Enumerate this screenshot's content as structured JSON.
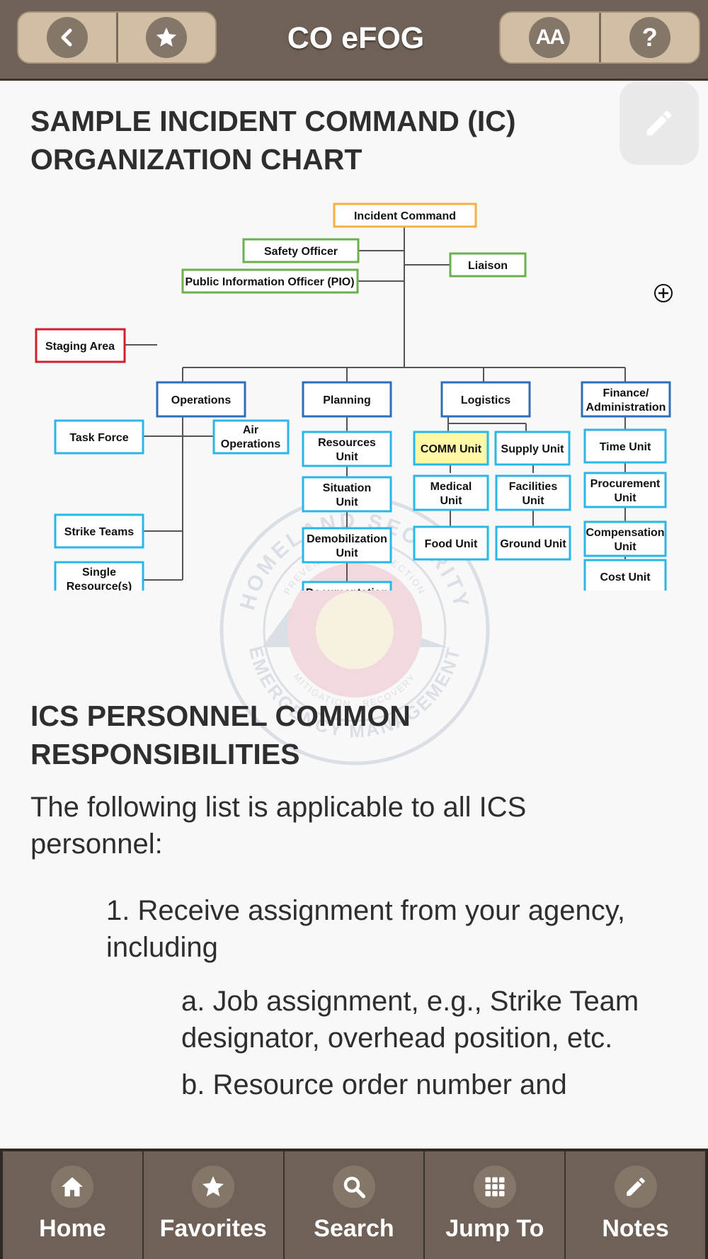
{
  "header": {
    "title": "CO eFOG",
    "back_icon": "chevron-left-icon",
    "favorite_icon": "star-icon",
    "text_size_label": "AA",
    "help_label": "?"
  },
  "content": {
    "section1_title": "SAMPLE INCIDENT COMMAND (IC) ORGANIZATION CHART",
    "section2_title": "ICS PERSONNEL COMMON RESPONSIBILITIES",
    "intro": "The following list is applicable to all ICS personnel:",
    "item1": "1. Receive assignment from your agency, including",
    "item1a": "a. Job assignment, e.g., Strike Team designator, overhead position, etc.",
    "item1b": "b. Resource order number and"
  },
  "org_chart": {
    "top": "Incident Command",
    "staff_left": [
      "Safety Officer",
      "Public Information Officer (PIO)"
    ],
    "staff_right": "Liaison",
    "sections": [
      {
        "name": "Operations",
        "units": [
          "Task Force",
          "Air Operations",
          "Strike Teams",
          "Single Resource(s)"
        ],
        "staging": "Staging Area"
      },
      {
        "name": "Planning",
        "units": [
          "Resources Unit",
          "Situation Unit",
          "Demobilization Unit",
          "Documentation Unit"
        ]
      },
      {
        "name": "Logistics",
        "units": [
          "COMM Unit",
          "Supply Unit",
          "Medical Unit",
          "Facilities Unit",
          "Food Unit",
          "Ground Unit"
        ]
      },
      {
        "name": "Finance/ Administration",
        "units": [
          "Time Unit",
          "Procurement Unit",
          "Compensation Unit",
          "Cost Unit"
        ]
      }
    ],
    "colors": {
      "command": "#f5b041",
      "staff": "#6ab04c",
      "staging": "#d0212a",
      "section": "#2f6db5",
      "unit": "#29b6e8",
      "highlight": "#fdf7a6"
    }
  },
  "watermark_text": {
    "outer_top": "HOMELAND SECURITY",
    "outer_bottom": "EMERGENCY MANAGEMENT",
    "inner_top": "PREVENTION · PROTECTION",
    "inner_bottom": "MITIGATION · RECOVERY"
  },
  "bottom_nav": {
    "home": "Home",
    "favorites": "Favorites",
    "search": "Search",
    "jump_to": "Jump To",
    "notes": "Notes"
  }
}
